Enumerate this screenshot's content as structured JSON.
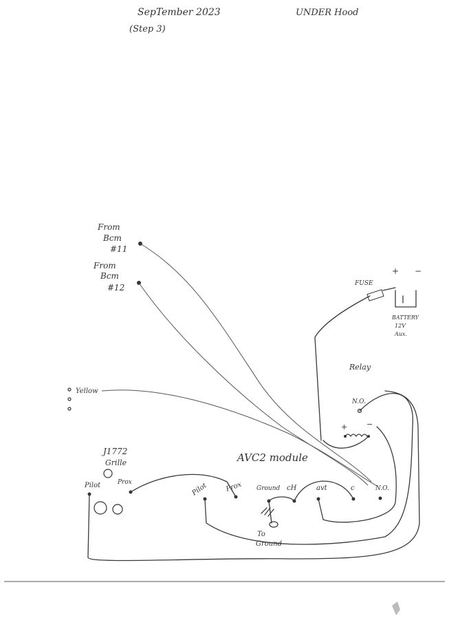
{
  "header": {
    "date": "SepTember 2023",
    "step": "(Step 3)",
    "location": "UNDER Hood"
  },
  "labels": {
    "from_bcm_11": [
      "From",
      "Bcm",
      "#11"
    ],
    "from_bcm_12": [
      "From",
      "Bcm",
      "#12"
    ],
    "yellow": "Yellow",
    "fuse": "FUSE",
    "plus": "+",
    "minus": "−",
    "battery": [
      "BATTERY",
      "12V",
      "Aux."
    ],
    "relay": "Relay",
    "no_top": "N.O.",
    "relay_plus": "+",
    "relay_minus": "−",
    "j1772": [
      "J1772",
      "Grille"
    ],
    "pilot": "Pilot",
    "prox": "Prox",
    "module": "AVC2 module",
    "m_pilot": "Pilot",
    "m_prox": "Prox",
    "m_ground": "Ground",
    "m_ch": "cH",
    "m_avt": "avt",
    "m_c": "c",
    "m_no": "N.O.",
    "to_ground": [
      "To",
      "Ground"
    ]
  }
}
